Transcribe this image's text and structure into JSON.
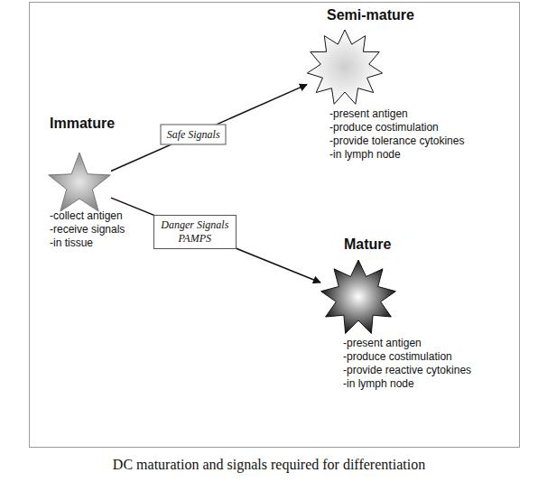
{
  "diagram": {
    "caption": "DC maturation and signals required for differentiation",
    "nodes": [
      {
        "text": [
          "Immature",
          "-collect antigen",
          "-receive signals",
          "-in tissue"
        ]
      },
      {
        "text": [
          "Semi-mature",
          "-present antigen",
          "-produce costimulation",
          "-provide tolerance cytokines",
          "-in lymph node"
        ]
      },
      {
        "text": [
          "Mature",
          "-present antigen",
          "-produce costimulation",
          "-provide reactive cytokines",
          "-in lymph node"
        ]
      }
    ],
    "edges": [
      {
        "from": 0,
        "to": 1,
        "arrow": "to",
        "label": "Safe Signals"
      },
      {
        "from": 0,
        "to": 2,
        "arrow": "to",
        "label": "Danger Signals PAMPS"
      }
    ]
  }
}
